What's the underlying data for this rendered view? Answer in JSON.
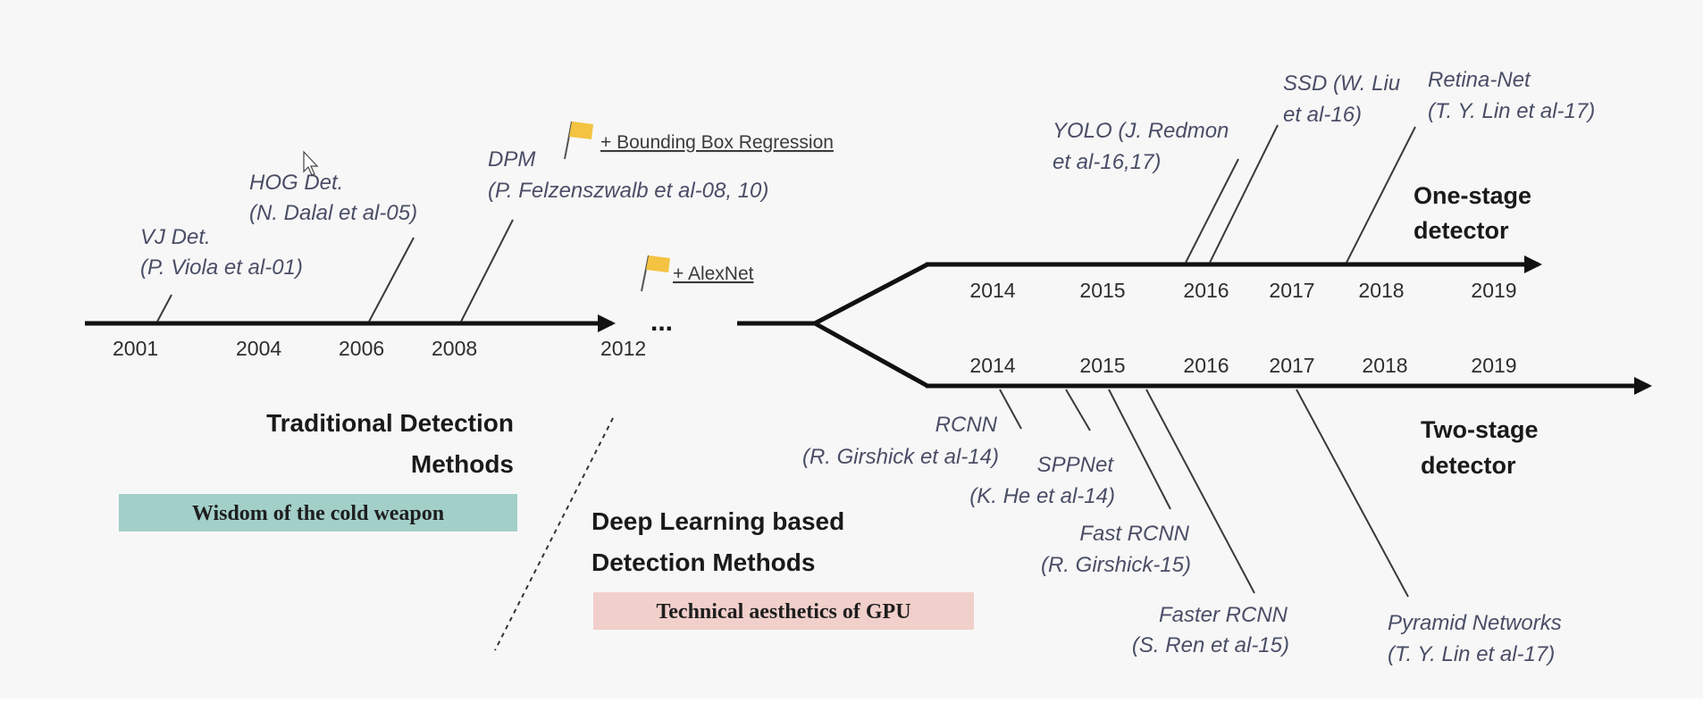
{
  "traditional": {
    "years": [
      "2001",
      "2004",
      "2006",
      "2008",
      "2012"
    ],
    "ellipsis": "...",
    "heading_line1": "Traditional Detection",
    "heading_line2": "Methods",
    "banner": "Wisdom of the cold weapon",
    "banner_color": "#a3cfc9",
    "milestones": [
      {
        "line1": "VJ Det.",
        "line2": "(P. Viola et al-01)"
      },
      {
        "line1": "HOG Det.",
        "line2": "(N. Dalal et al-05)"
      },
      {
        "line1": "DPM",
        "line2": "(P. Felzenszwalb et al-08, 10)"
      }
    ],
    "flags": [
      {
        "note": "+ Bounding Box Regression"
      },
      {
        "note": "+ AlexNet"
      }
    ],
    "flag_color": "#f3c341"
  },
  "deep": {
    "heading_line1": "Deep Learning based",
    "heading_line2": "Detection Methods",
    "banner": "Technical aesthetics of GPU",
    "banner_color": "#f1cfcb"
  },
  "one_stage": {
    "label_line1": "One-stage",
    "label_line2": "detector",
    "years": [
      "2014",
      "2015",
      "2016",
      "2017",
      "2018",
      "2019"
    ],
    "milestones": [
      {
        "line1": "YOLO (J. Redmon",
        "line2": "et al-16,17)"
      },
      {
        "line1": "SSD (W. Liu",
        "line2": "et al-16)"
      },
      {
        "line1": "Retina-Net",
        "line2": "(T. Y. Lin et al-17)"
      }
    ]
  },
  "two_stage": {
    "label_line1": "Two-stage",
    "label_line2": "detector",
    "years": [
      "2014",
      "2015",
      "2016",
      "2017",
      "2018",
      "2019"
    ],
    "milestones": [
      {
        "line1": "RCNN",
        "line2": "(R. Girshick et al-14)"
      },
      {
        "line1": "SPPNet",
        "line2": "(K. He et al-14)"
      },
      {
        "line1": "Fast RCNN",
        "line2": "(R. Girshick-15)"
      },
      {
        "line1": "Faster RCNN",
        "line2": "(S. Ren et al-15)"
      },
      {
        "line1": "Pyramid Networks",
        "line2": "(T. Y. Lin et al-17)"
      }
    ]
  }
}
